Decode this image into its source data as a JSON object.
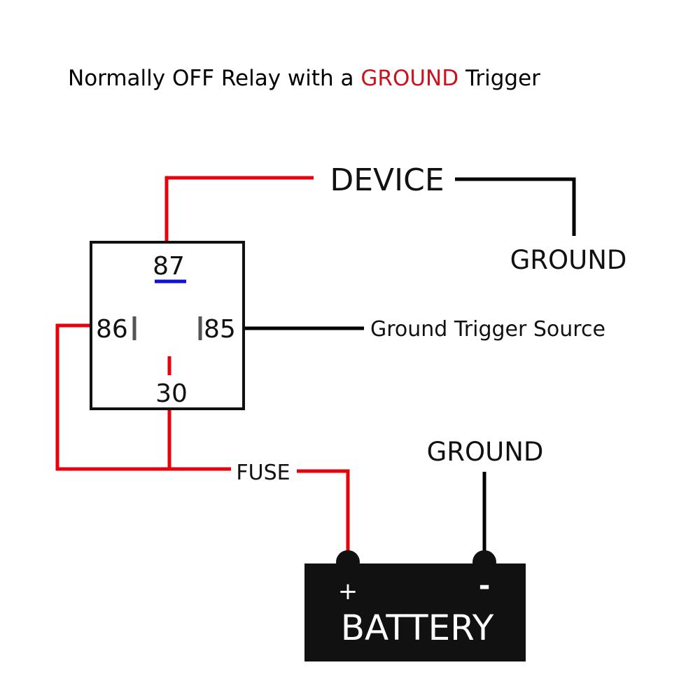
{
  "title": {
    "part1": "Normally OFF Relay with a ",
    "highlight": "GROUND",
    "part2": " Trigger"
  },
  "relay": {
    "pin_87": "87",
    "pin_86": "86",
    "pin_85": "85",
    "pin_30": "30"
  },
  "labels": {
    "device": "DEVICE",
    "device_ground": "GROUND",
    "trigger_source": "Ground Trigger Source",
    "fuse": "FUSE",
    "battery_ground": "GROUND"
  },
  "battery": {
    "label": "BATTERY",
    "positive": "+",
    "negative": "-"
  },
  "colors": {
    "positive_wire": "#e8000b",
    "ground_wire": "#000000",
    "highlight_text": "#c8141e",
    "pin87_marker": "#1010d8",
    "relay_pin_marker": "#555555",
    "battery_body": "#111111"
  }
}
